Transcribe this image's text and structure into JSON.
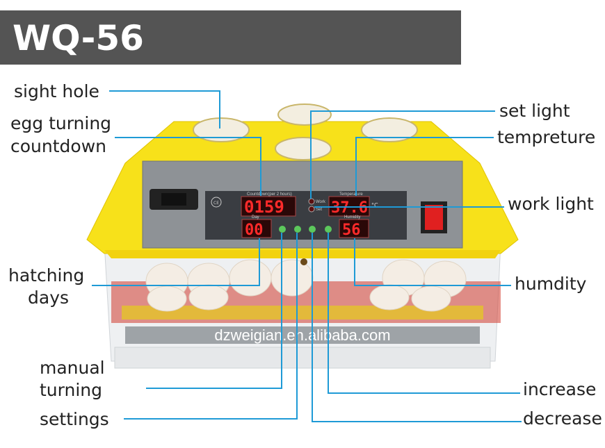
{
  "title": "WQ-56",
  "labels": {
    "sight_hole": "sight hole",
    "egg_turning_1": "egg turning",
    "egg_turning_2": "countdown",
    "set_light": "set light",
    "temperature": "tempreture",
    "work_light": "work light",
    "hatching_1": "hatching",
    "hatching_2": "days",
    "humidity": "humdity",
    "manual_1": "manual",
    "manual_2": "turning",
    "settings": "settings",
    "increase": "increase",
    "decrease": "decrease"
  },
  "panel": {
    "countdown_caption": "Countdown(per 2 hours)",
    "countdown": "0159",
    "temperature_caption": "Temperature",
    "temperature": "37.6",
    "unit": "°C",
    "day_caption": "Day",
    "days": "00",
    "humidity_caption": "Humidity",
    "humidity": "56",
    "work": "Work",
    "set": "Set",
    "ce": "CE"
  },
  "watermark": "dzweigian.en.alibaba.com",
  "colors": {
    "title_bg": "#545454",
    "callout_line": "#1e9ad6",
    "lid": "#f7e11a",
    "panel": "#8e9296",
    "display": "#ff2a2a"
  }
}
